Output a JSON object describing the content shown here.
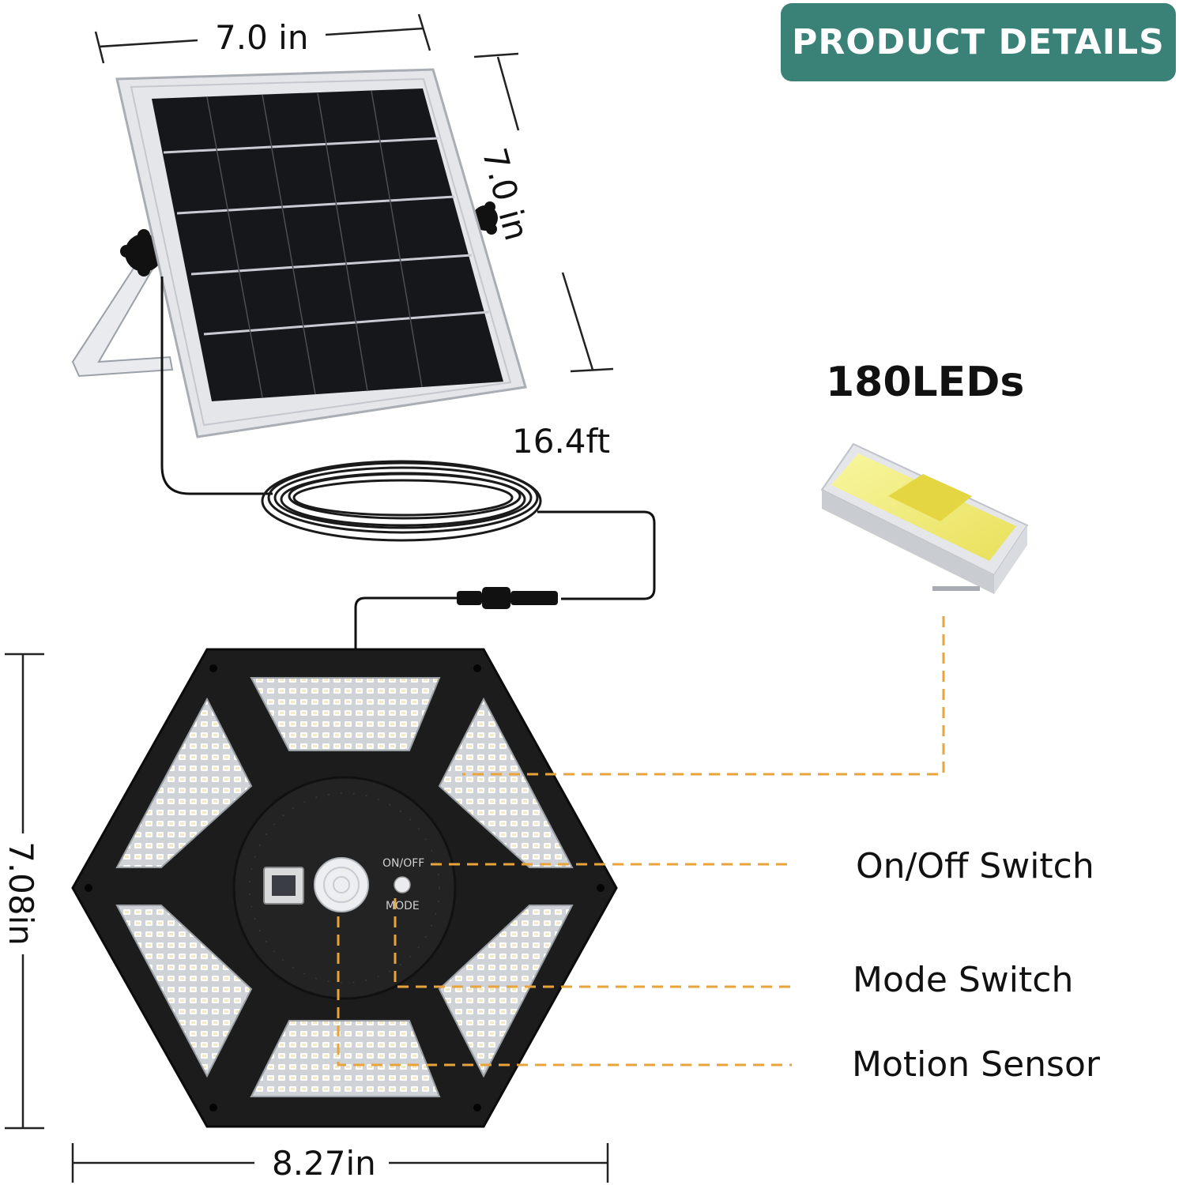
{
  "badge": {
    "title": "PRODUCT DETAILS"
  },
  "dimensions": {
    "panel_width": "7.0 in",
    "panel_height": "7.0 in",
    "cable_length": "16.4ft",
    "lamp_height": "7.08in",
    "lamp_width": "8.27in"
  },
  "led": {
    "title": "180LEDs"
  },
  "lamp": {
    "onoff_text": "ON/OFF",
    "mode_text": "MODE"
  },
  "callouts": {
    "onoff": "On/Off Switch",
    "mode": "Mode Switch",
    "motion": "Motion Sensor"
  },
  "colors": {
    "badge_bg": "#3a8178",
    "callout_line": "#e8a33a",
    "lamp_body": "#1c1c1c",
    "panel_cell": "#15171b",
    "panel_frame": "#e4e6ea"
  }
}
